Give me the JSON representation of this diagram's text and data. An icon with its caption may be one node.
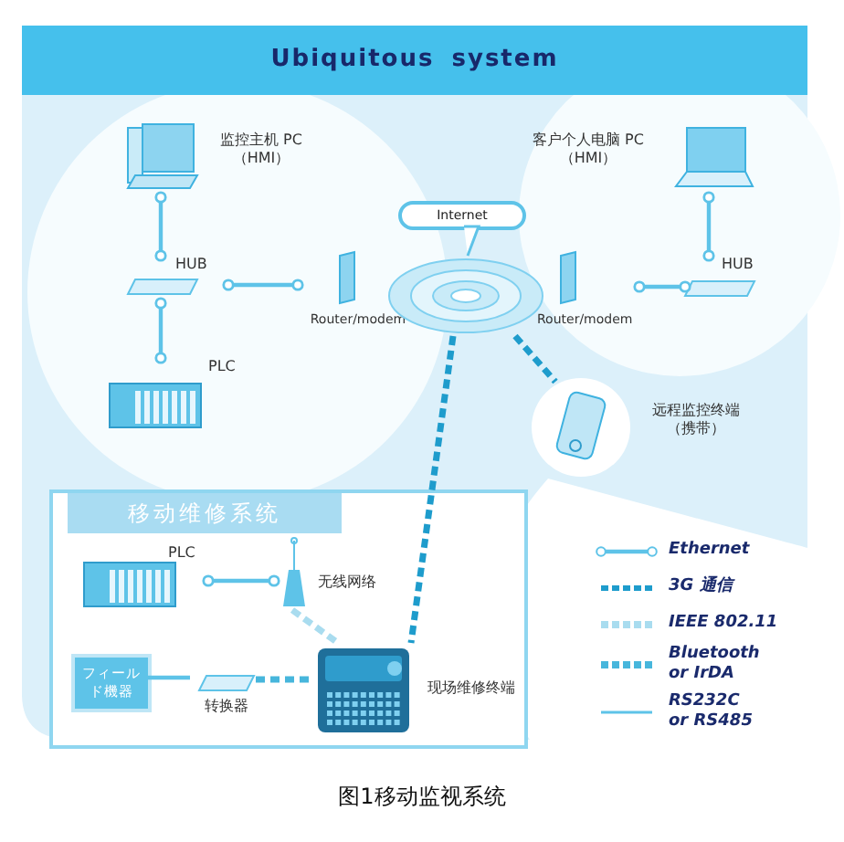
{
  "diagram": {
    "title": "Ubiquitous system",
    "caption": "图1移动监视系统",
    "nodes": [
      {
        "text": [
          "监控主机 PC（HMI）"
        ]
      },
      {
        "text": [
          "HUB"
        ]
      },
      {
        "text": [
          "Router/modem"
        ]
      },
      {
        "text": [
          "PLC"
        ]
      },
      {
        "text": [
          "Internet"
        ]
      },
      {
        "text": [
          "Router/modem"
        ]
      },
      {
        "text": [
          "HUB"
        ]
      },
      {
        "text": [
          "客户个人电脑 PC（HMI）"
        ]
      },
      {
        "text": [
          "远程监控终端（携带）"
        ]
      },
      {
        "text": [
          "移动维修系统"
        ]
      },
      {
        "text": [
          "PLC"
        ],
        "in": 9
      },
      {
        "text": [
          "无线网络"
        ],
        "in": 9
      },
      {
        "text": [
          "フィールド機器"
        ],
        "in": 9
      },
      {
        "text": [
          "转换器"
        ],
        "in": 9
      },
      {
        "text": [
          "现场维修终端"
        ],
        "in": 9
      }
    ],
    "edges": [
      {
        "from": 0,
        "to": 1,
        "arrow": "other"
      },
      {
        "from": 1,
        "to": 2,
        "arrow": "other"
      },
      {
        "from": 1,
        "to": 3,
        "arrow": "other"
      },
      {
        "from": 5,
        "to": 6,
        "arrow": "other"
      },
      {
        "from": 6,
        "to": 7,
        "arrow": "other"
      },
      {
        "from": 4,
        "to": 8,
        "arrow": "none",
        "style": "dashed",
        "color": "#1e9ccc"
      },
      {
        "from": 4,
        "to": 14,
        "arrow": "none",
        "style": "dashed",
        "color": "#1e9ccc"
      },
      {
        "from": 10,
        "to": 11,
        "arrow": "other"
      },
      {
        "from": 11,
        "to": 14,
        "arrow": "none",
        "style": "dashed",
        "color": "#a9dcef"
      },
      {
        "from": 12,
        "to": 13,
        "arrow": "none"
      },
      {
        "from": 13,
        "to": 14,
        "arrow": "none",
        "style": "dashed",
        "color": "#47b6dc"
      }
    ],
    "legend": [
      {
        "text": "Ethernet"
      },
      {
        "text": "3G 通信"
      },
      {
        "text": "IEEE 802.11"
      },
      {
        "text": "Bluetooth or IrDA"
      },
      {
        "text": "RS232C or RS485"
      }
    ]
  }
}
